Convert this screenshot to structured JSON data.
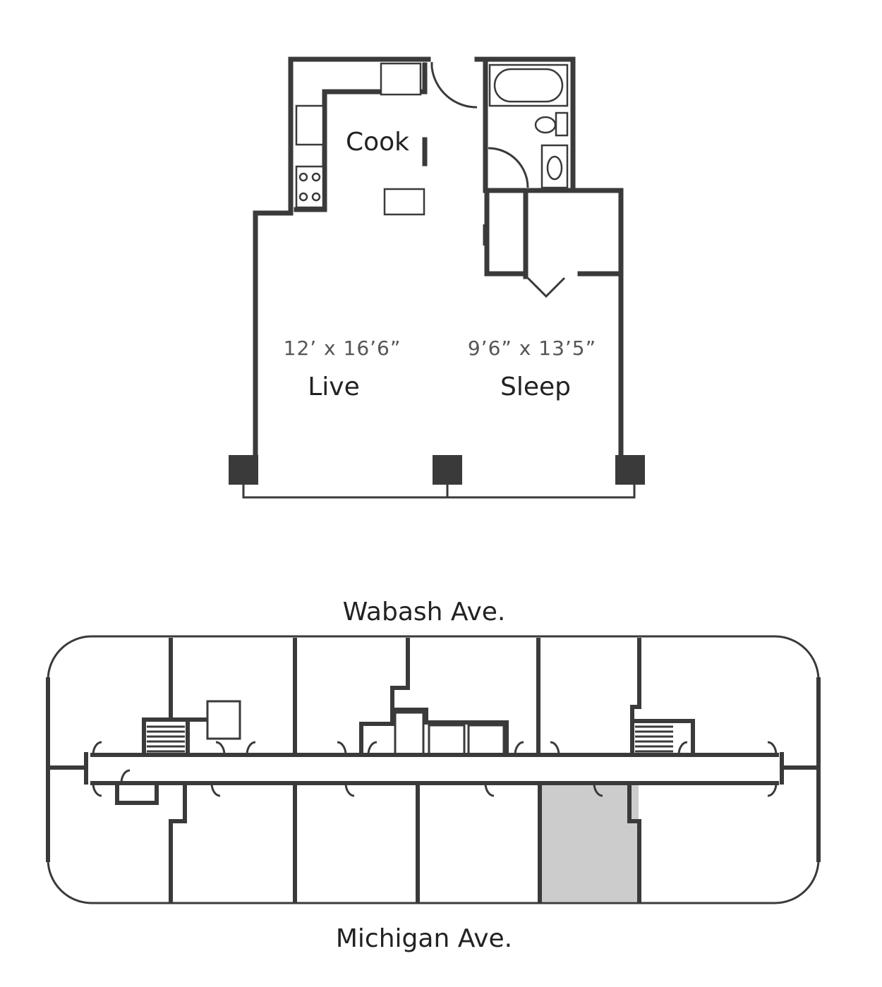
{
  "unit_plan": {
    "rooms": [
      {
        "label": "Cook",
        "dimensions": ""
      },
      {
        "label": "Live",
        "dimensions": "12’ x 16’6”"
      },
      {
        "label": "Sleep",
        "dimensions": "9’6” x 13’5”"
      }
    ]
  },
  "site_plan": {
    "north_street": "Wabash Ave.",
    "south_street": "Michigan Ave.",
    "highlight_color": "#cccccc"
  },
  "colors": {
    "wall": "#3a3a3a",
    "background": "#ffffff"
  }
}
